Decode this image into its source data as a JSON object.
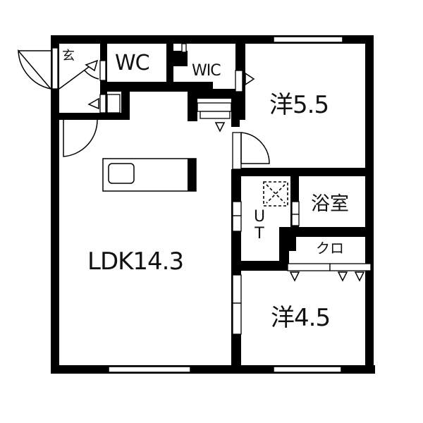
{
  "floor_plan": {
    "rooms": {
      "ldk": "LDK14.3",
      "western_room_1": "洋5.5",
      "western_room_2": "洋4.5",
      "toilet": "WC",
      "walk_in_closet": "WIC",
      "bathroom": "浴室",
      "closet": "クロ",
      "entrance": "玄",
      "utility": "U T"
    },
    "colors": {
      "wall": "#000000",
      "background": "#ffffff",
      "line": "#111111"
    }
  }
}
